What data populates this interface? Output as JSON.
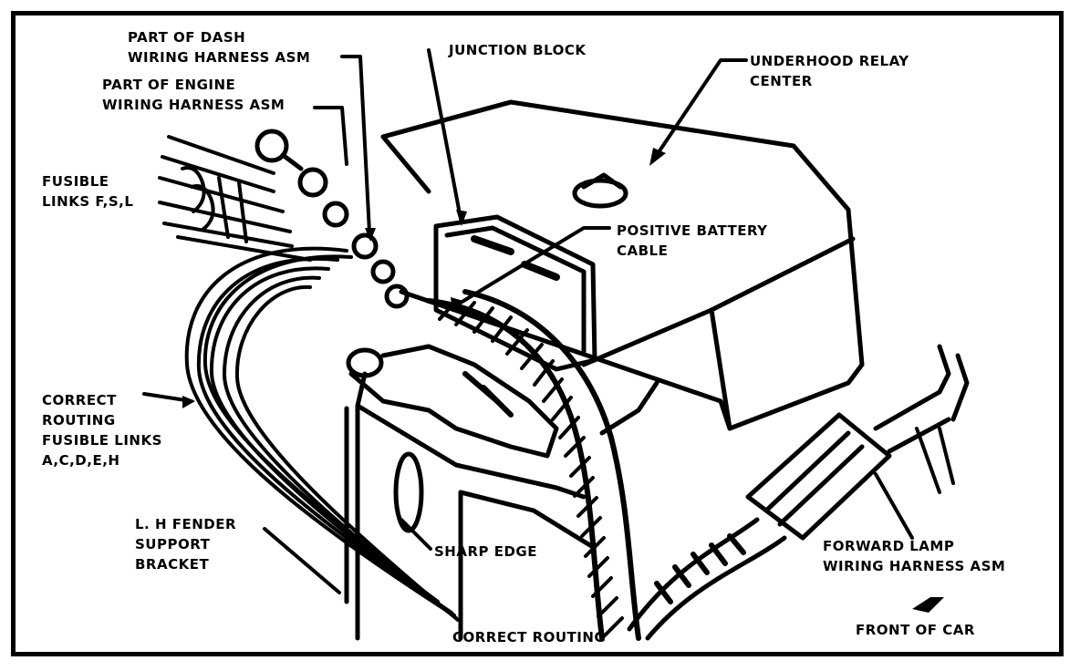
{
  "labels": {
    "dash_harness": "PART OF DASH\nWIRING HARNESS ASM",
    "engine_harness": "PART OF ENGINE\nWIRING HARNESS ASM",
    "junction_block": "JUNCTION BLOCK",
    "relay_center": "UNDERHOOD RELAY\nCENTER",
    "fusible_links_fsl": "FUSIBLE\nLINKS F,S,L",
    "positive_battery_cable": "POSITIVE BATTERY\nCABLE",
    "correct_routing_links": "CORRECT\nROUTING\nFUSIBLE LINKS\nA,C,D,E,H",
    "fender_bracket": "L. H FENDER\nSUPPORT\nBRACKET",
    "sharp_edge": "SHARP EDGE",
    "forward_lamp_harness": "FORWARD LAMP\nWIRING HARNESS ASM",
    "front_of_car": "FRONT OF CAR",
    "correct_routing": "CORRECT ROUTING"
  },
  "colors": {
    "ink": "#000000",
    "paper": "#ffffff"
  }
}
